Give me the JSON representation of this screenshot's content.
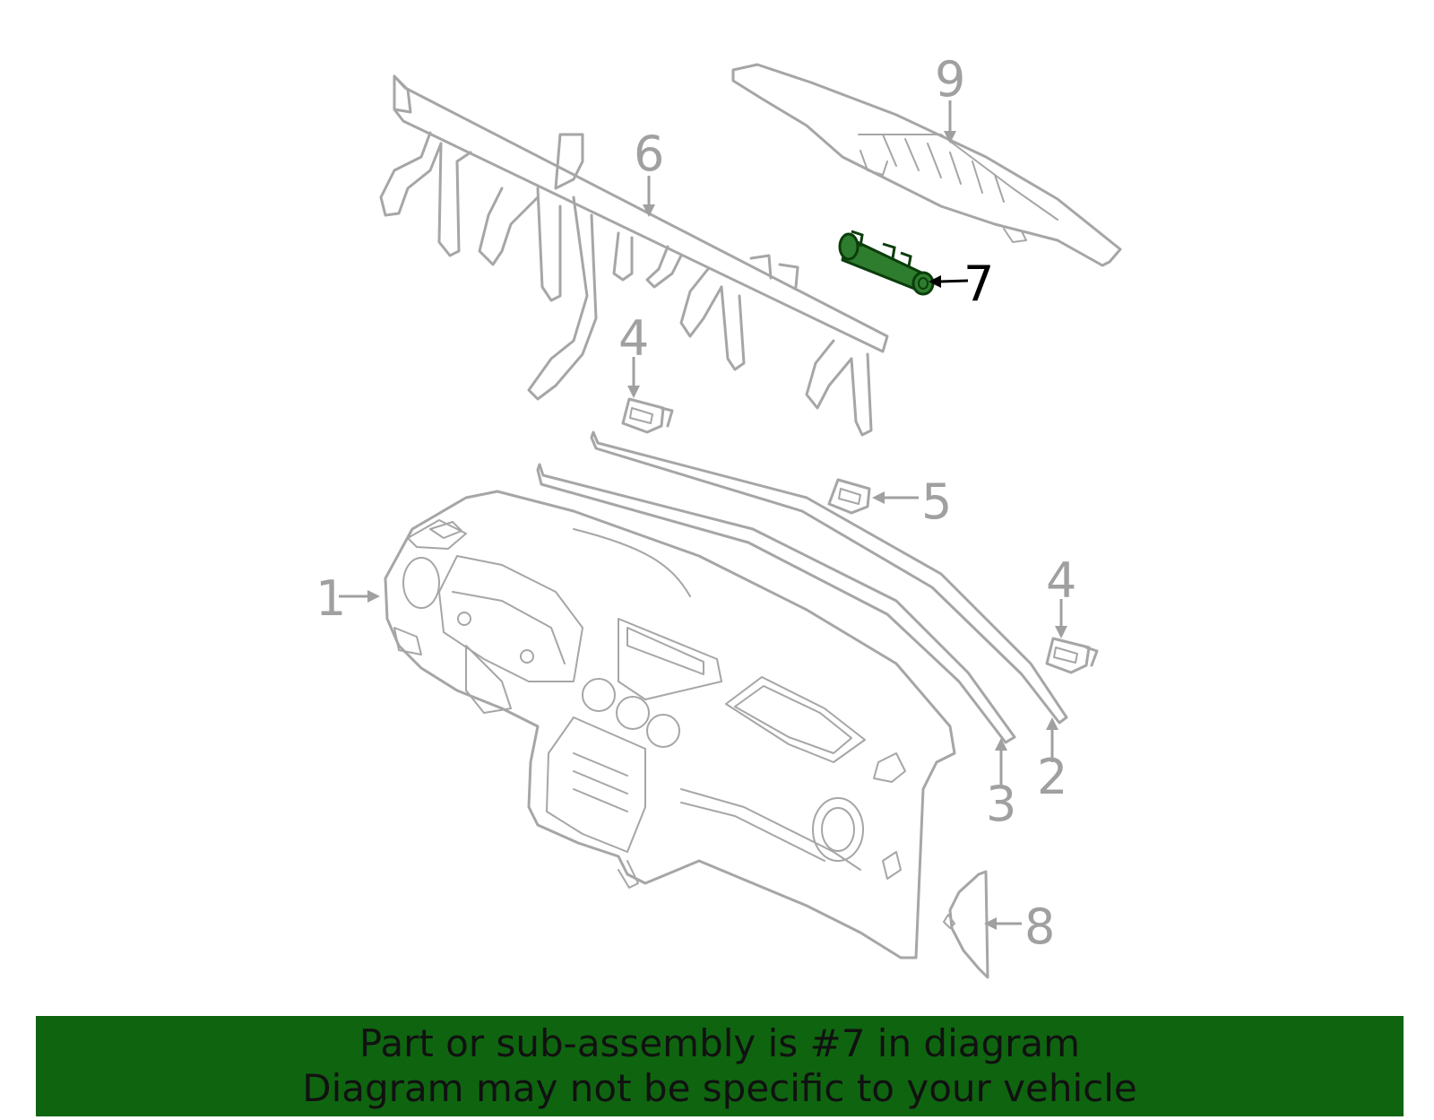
{
  "highlight_color": "#0f6410",
  "highlighted_part": "7",
  "callouts": [
    {
      "id": "1",
      "label": "1"
    },
    {
      "id": "2",
      "label": "2"
    },
    {
      "id": "3",
      "label": "3"
    },
    {
      "id": "4a",
      "label": "4"
    },
    {
      "id": "4b",
      "label": "4"
    },
    {
      "id": "5",
      "label": "5"
    },
    {
      "id": "6",
      "label": "6"
    },
    {
      "id": "7",
      "label": "7"
    },
    {
      "id": "8",
      "label": "8"
    },
    {
      "id": "9",
      "label": "9"
    }
  ],
  "banner": {
    "line1": "Part or sub-assembly is #7 in diagram",
    "line2": "Diagram may not be specific to your vehicle"
  }
}
